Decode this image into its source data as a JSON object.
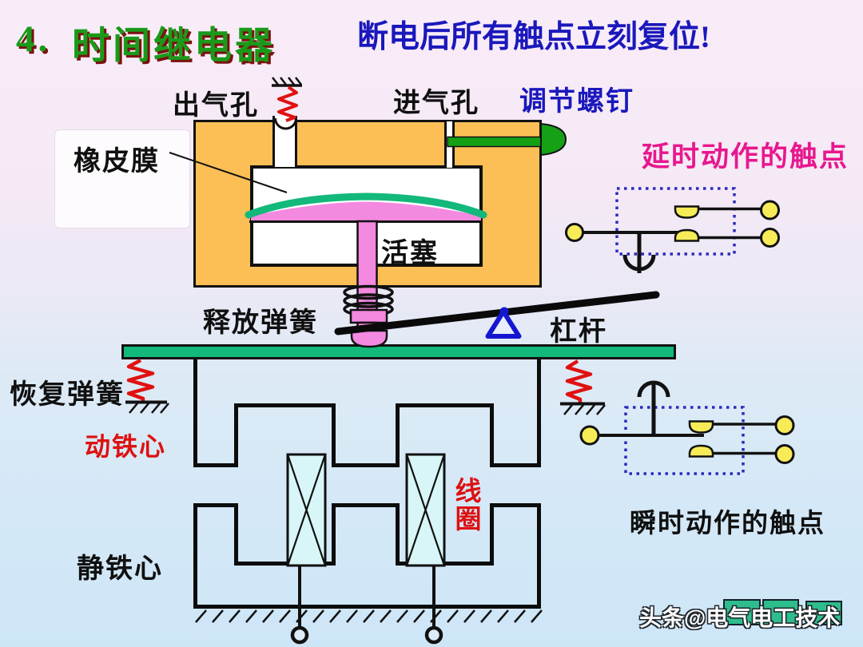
{
  "slide": {
    "title_number": "4.",
    "title": "时间继电器",
    "headline": "断电后所有触点立刻复位!",
    "watermark": "头条@电气电工技术"
  },
  "diagram": {
    "labels": {
      "air_outlet": "出气孔",
      "air_inlet": "进气孔",
      "adjusting_screw": "调节螺钉",
      "rubber_membrane": "橡皮膜",
      "piston": "活塞",
      "release_spring": "释放弹簧",
      "lever": "杠杆",
      "recovery_spring": "恢复弹簧",
      "moving_iron_core": "动铁心",
      "coil": "线圈",
      "static_iron_core": "静铁心",
      "delayed_contacts": "延时动作的触点",
      "instantaneous_contacts": "瞬时动作的触点"
    },
    "colors": {
      "title_green": "#1a9a1a",
      "title_shadow_maroon": "#7c1010",
      "headline_blue": "#1a18bc",
      "label_magenta": "#e8178e",
      "label_red": "#dd1111",
      "chamber_orange": "#fcbf55",
      "membrane_green": "#13b87b",
      "screw_green": "#16a016",
      "piston_pink": "#f489e0",
      "coil_cyan": "#d8f6f7",
      "contact_yellow": "#f7ec58",
      "symbol_blue": "#2a2abd",
      "spring_red": "#e01111",
      "watermark_green": "#2ebd8c"
    }
  }
}
